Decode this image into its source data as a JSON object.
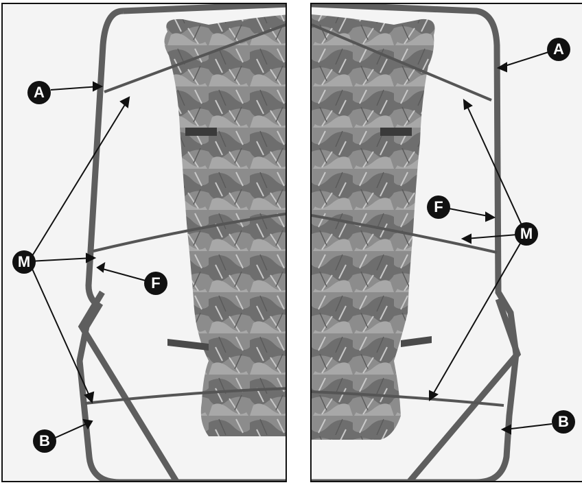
{
  "callouts": {
    "a_left": "A",
    "m_left": "M",
    "f_left": "F",
    "b_left": "B",
    "a_right": "A",
    "f_right": "F",
    "m_right": "M",
    "b_right": "B"
  },
  "colors": {
    "frame": "#5e5e5e",
    "camo_base": "#8a8a8a",
    "callout_fill": "#111111",
    "callout_text": "#ffffff"
  }
}
